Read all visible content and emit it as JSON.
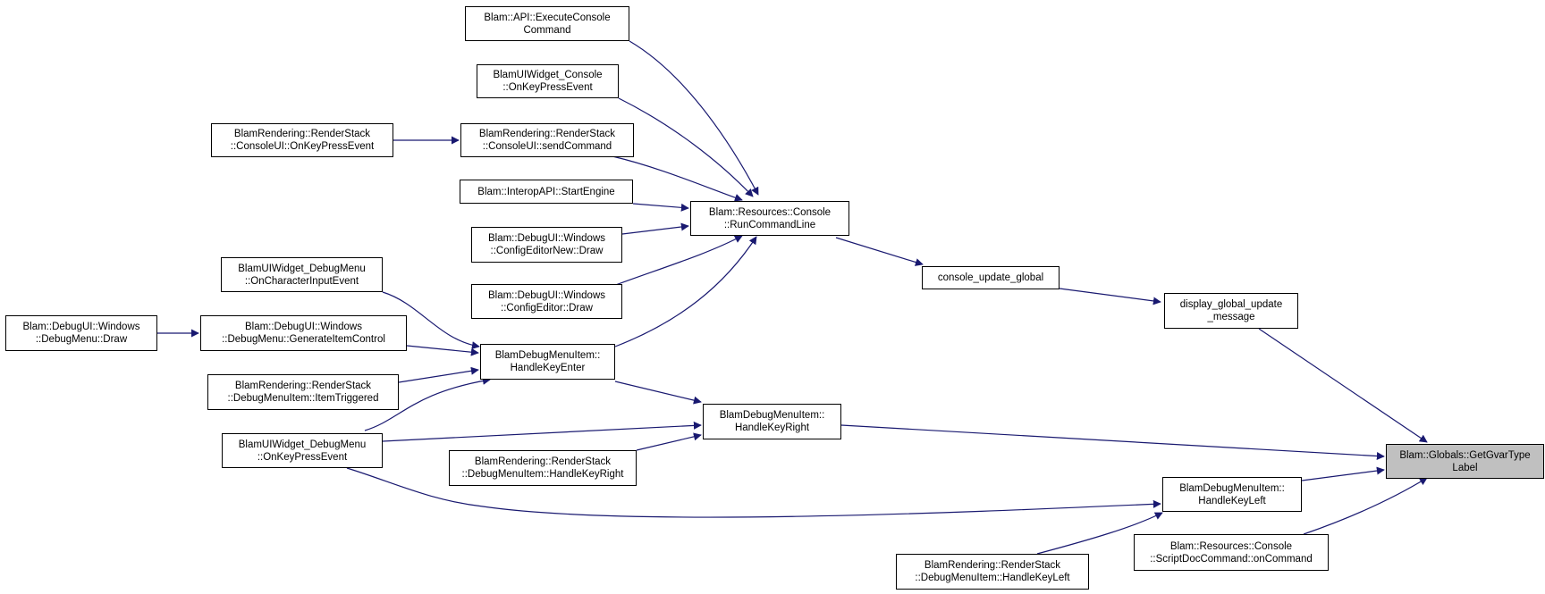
{
  "colors": {
    "edge": "#191970",
    "node_border": "#000000",
    "root_fill": "#c0c0c0",
    "node_fill": "#ffffff"
  },
  "nodes": {
    "execute": {
      "lines": [
        "Blam::API::ExecuteConsole",
        "Command"
      ]
    },
    "widget_console": {
      "lines": [
        "BlamUIWidget_Console",
        "::OnKeyPressEvent"
      ]
    },
    "rs_console_onkey": {
      "lines": [
        "BlamRendering::RenderStack",
        "::ConsoleUI::OnKeyPressEvent"
      ]
    },
    "rs_console_send": {
      "lines": [
        "BlamRendering::RenderStack",
        "::ConsoleUI::sendCommand"
      ]
    },
    "interop_start": {
      "lines": [
        "Blam::InteropAPI::StartEngine"
      ]
    },
    "cfg_new_draw": {
      "lines": [
        "Blam::DebugUI::Windows",
        "::ConfigEditorNew::Draw"
      ]
    },
    "cfg_draw": {
      "lines": [
        "Blam::DebugUI::Windows",
        "::ConfigEditor::Draw"
      ]
    },
    "run_cmd": {
      "lines": [
        "Blam::Resources::Console",
        "::RunCommandLine"
      ]
    },
    "console_update": {
      "lines": [
        "console_update_global"
      ]
    },
    "display_global": {
      "lines": [
        "display_global_update",
        "_message"
      ]
    },
    "dm_char_input": {
      "lines": [
        "BlamUIWidget_DebugMenu",
        "::OnCharacterInputEvent"
      ]
    },
    "dm_draw": {
      "lines": [
        "Blam::DebugUI::Windows",
        "::DebugMenu::Draw"
      ]
    },
    "dm_gen_item": {
      "lines": [
        "Blam::DebugUI::Windows",
        "::DebugMenu::GenerateItemControl"
      ]
    },
    "item_handle_enter": {
      "lines": [
        "BlamDebugMenuItem::",
        "HandleKeyEnter"
      ]
    },
    "rs_item_triggered": {
      "lines": [
        "BlamRendering::RenderStack",
        "::DebugMenuItem::ItemTriggered"
      ]
    },
    "dm_onkey": {
      "lines": [
        "BlamUIWidget_DebugMenu",
        "::OnKeyPressEvent"
      ]
    },
    "item_handle_right": {
      "lines": [
        "BlamDebugMenuItem::",
        "HandleKeyRight"
      ]
    },
    "rs_item_right": {
      "lines": [
        "BlamRendering::RenderStack",
        "::DebugMenuItem::HandleKeyRight"
      ]
    },
    "get_gvar": {
      "lines": [
        "Blam::Globals::GetGvarType",
        "Label"
      ]
    },
    "item_handle_left": {
      "lines": [
        "BlamDebugMenuItem::",
        "HandleKeyLeft"
      ]
    },
    "script_doc": {
      "lines": [
        "Blam::Resources::Console",
        "::ScriptDocCommand::onCommand"
      ]
    },
    "rs_item_left": {
      "lines": [
        "BlamRendering::RenderStack",
        "::DebugMenuItem::HandleKeyLeft"
      ]
    }
  }
}
